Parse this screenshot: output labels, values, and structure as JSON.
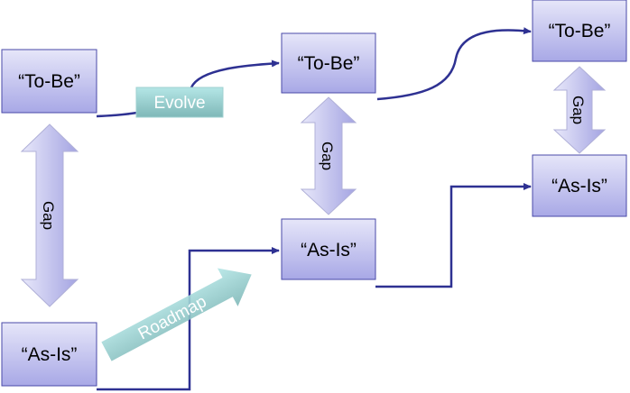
{
  "boxes": {
    "tobe_1": "“To-Be”",
    "asis_1": "“As-Is”",
    "tobe_2": "“To-Be”",
    "asis_2": "“As-Is”",
    "tobe_3": "“To-Be”",
    "asis_3": "“As-Is”"
  },
  "gaps": {
    "gap_1": "Gap",
    "gap_2": "Gap",
    "gap_3": "Gap"
  },
  "evolve": "Evolve",
  "roadmap": "Roadmap",
  "colors": {
    "line": "#2e3192",
    "box_top": "#e4e4f8",
    "box_bottom": "#a9a9e6",
    "teal": "#8fcfcf"
  }
}
